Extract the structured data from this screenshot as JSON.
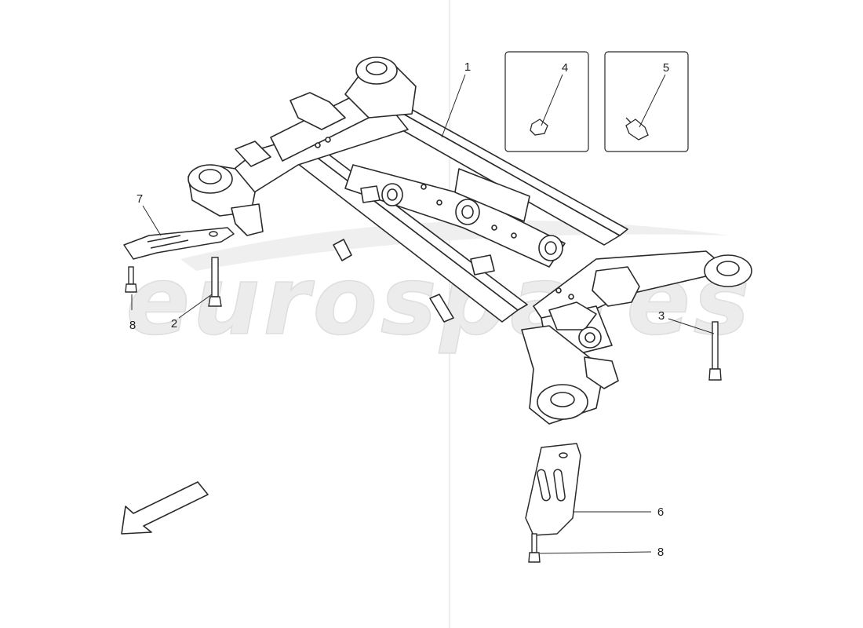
{
  "watermark": "eurospares",
  "colors": {
    "line": "#2a2a2a",
    "part_fill": "#ffffff",
    "watermark": "#e6e6e6",
    "page_divider": "#d8d8d8"
  },
  "callouts": [
    {
      "id": "1",
      "label": "1",
      "part": "rear-subframe"
    },
    {
      "id": "2",
      "label": "2",
      "part": "long-bolt"
    },
    {
      "id": "3",
      "label": "3",
      "part": "bolt"
    },
    {
      "id": "4",
      "label": "4",
      "part": "clip"
    },
    {
      "id": "5",
      "label": "5",
      "part": "clip"
    },
    {
      "id": "6",
      "label": "6",
      "part": "reinforcement-plate"
    },
    {
      "id": "7",
      "label": "7",
      "part": "reinforcement-plate"
    },
    {
      "id": "8a",
      "label": "8",
      "part": "screw"
    },
    {
      "id": "8b",
      "label": "8",
      "part": "screw"
    }
  ],
  "direction_arrow_icon": "arrow-down-left-icon"
}
